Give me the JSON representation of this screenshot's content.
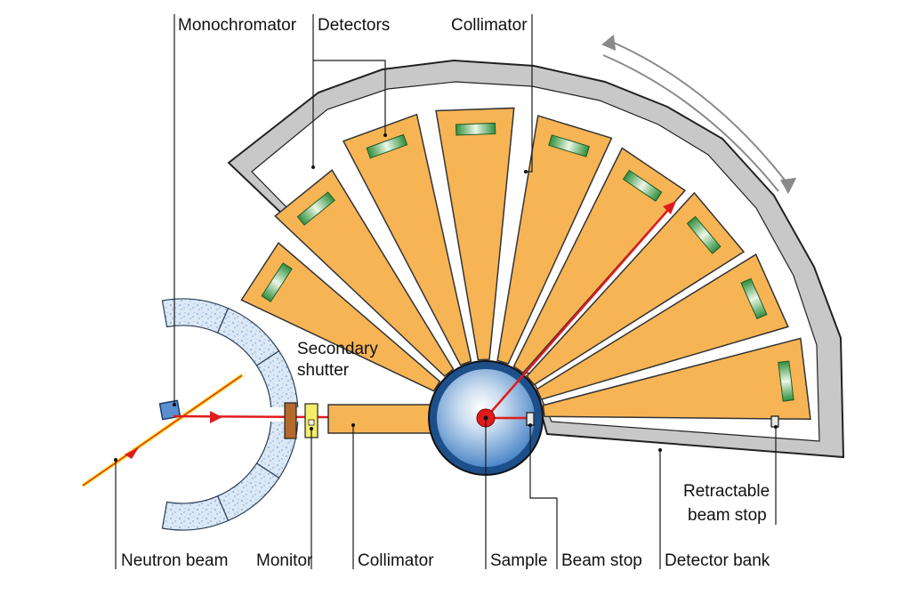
{
  "labels": {
    "monochromator": "Monochromator",
    "detectors": "Detectors",
    "collimator_top": "Collimator",
    "secondary_shutter_line1": "Secondary",
    "secondary_shutter_line2": "shutter",
    "neutron_beam": "Neutron beam",
    "monitor": "Monitor",
    "collimator_bottom": "Collimator",
    "sample": "Sample",
    "beam_stop": "Beam stop",
    "detector_bank": "Detector bank",
    "retractable_line1": "Retractable",
    "retractable_line2": "beam stop"
  },
  "colors": {
    "collimator_fill": "#f7b455",
    "collimator_stroke": "#333333",
    "detector_fill": "#3fa34d",
    "shield_fill": "#c8c8c8",
    "shield_stroke": "#222222",
    "beam_red": "#e01b1b",
    "beam_yellow": "#f2d21a",
    "sample_blue": "#3b78c2",
    "monochromator_shield": "#cfe0f0",
    "monitor_fill": "#f5ee6a",
    "shutter_fill": "#b36a2a",
    "rotation_arrow": "#8a8a8a"
  }
}
